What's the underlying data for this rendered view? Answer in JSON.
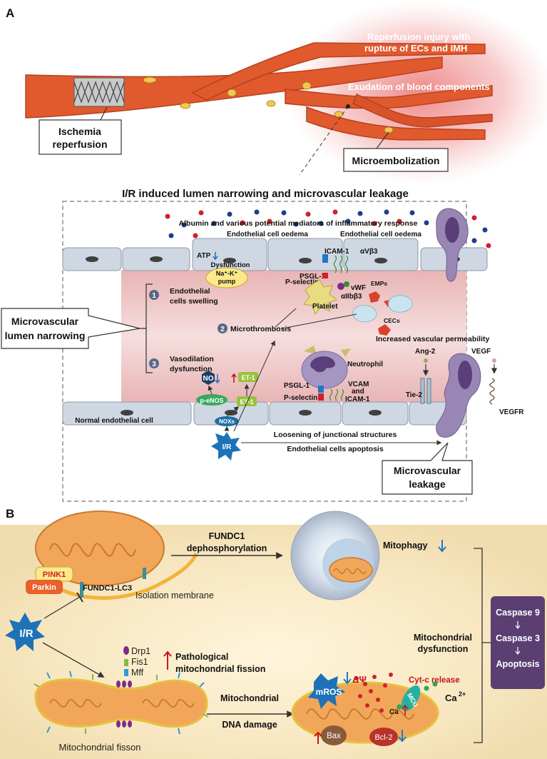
{
  "panel_a": {
    "label": "A",
    "vessel": {
      "callout_ischemia_line1": "Ischemia",
      "callout_ischemia_line2": "reperfusion",
      "callout_micro": "Microembolization",
      "injury_line1": "Reperfusion injury with",
      "injury_line2": "rupture of ECs and IMH",
      "exudation": "Exudation of blood components"
    },
    "detail": {
      "title": "I/R induced lumen narrowing and microvascular leakage",
      "albumin": "Albumin and various potential mediators of inflammatory response",
      "oedema_1": "Endothelial cell oedema",
      "oedema_2": "Endothelial cell oedema",
      "atp": "ATP",
      "dysfunction": "Dysfunction",
      "pump_line1": "Na⁺-K⁺",
      "pump_line2": "pump",
      "psgl1_top": "PSGL-1",
      "icam1_top": "ICAM-1",
      "avb3": "αVβ3",
      "pselectin_top": "P-selectin",
      "vwf": "vWF",
      "aiib": "αIIbβ3",
      "platelet": "Platelet",
      "emps": "EMPs",
      "cecs": "CECs",
      "num1": "1",
      "num2": "2",
      "num3": "3",
      "swelling_line1": "Endothelial",
      "swelling_line2": "cells swelling",
      "microthrombosis": "Microthrombosis",
      "vasodilation_line1": "Vasodilation",
      "vasodilation_line2": "dysfunction",
      "lumen_line1": "Microvascular",
      "lumen_line2": "lumen narrowing",
      "permeability": "Increased vascular permeability",
      "ang2": "Ang-2",
      "vegf": "VEGF",
      "tie2": "Tie-2",
      "vegfr": "VEGFR",
      "neutrophil": "Neutrophil",
      "psgl1_bot": "PSGL-1",
      "pselectin_bot": "P-selectin",
      "vcam": "VCAM",
      "and": "and",
      "icam1_bot": "ICAM-1",
      "no": "NO",
      "et1_a": "ET-1",
      "et1_b": "ET-1",
      "peNOS": "p-eNOS",
      "noxs": "NOXs",
      "normal_ec": "Normal endothelial cell",
      "ir": "I/R",
      "loosening": "Loosening of junctional structures",
      "apoptosis": "Endothelial cells apoptosis",
      "leakage_line1": "Microvascular",
      "leakage_line2": "leakage"
    }
  },
  "panel_b": {
    "label": "B",
    "pink1": "PINK1",
    "parkin": "Parkin",
    "fundc1_lc3": "FUNDC1-LC3",
    "isolation": "Isolation membrane",
    "dephos_line1": "FUNDC1",
    "dephos_line2": "dephosphorylation",
    "mitophagy": "Mitophagy",
    "ir": "I/R",
    "drp1": "Drp1",
    "fis1": "Fis1",
    "mff": "Mff",
    "fission_line1": "Pathological",
    "fission_line2": "mitochondrial fission",
    "fisson_label": "Mitochondrial fisson",
    "dna_line1": "Mitochondrial",
    "dna_line2": "DNA damage",
    "mros": "mROS",
    "dpsi": "ΔΨ",
    "cytc": "Cyt-c release",
    "ca": "Ca",
    "ca_sup": "2+",
    "ca_small": "Ca",
    "mcu": "MCU",
    "bax": "Bax",
    "bcl2": "Bcl-2",
    "dysf_line1": "Mitochondrial",
    "dysf_line2": "dysfunction",
    "casp9": "Caspase 9",
    "casp3": "Caspase 3",
    "apoptosis": "Apoptosis"
  },
  "colors": {
    "vessel": "#e05a2e",
    "lumen": "#f1cfcf",
    "endothelium": "#cdd6df",
    "caspase_box": "#5b3f73",
    "ir_star": "#1d72b8",
    "mito": "#f2a65a",
    "up_arrow": "#c0161e",
    "down_arrow": "#1f78c8"
  }
}
